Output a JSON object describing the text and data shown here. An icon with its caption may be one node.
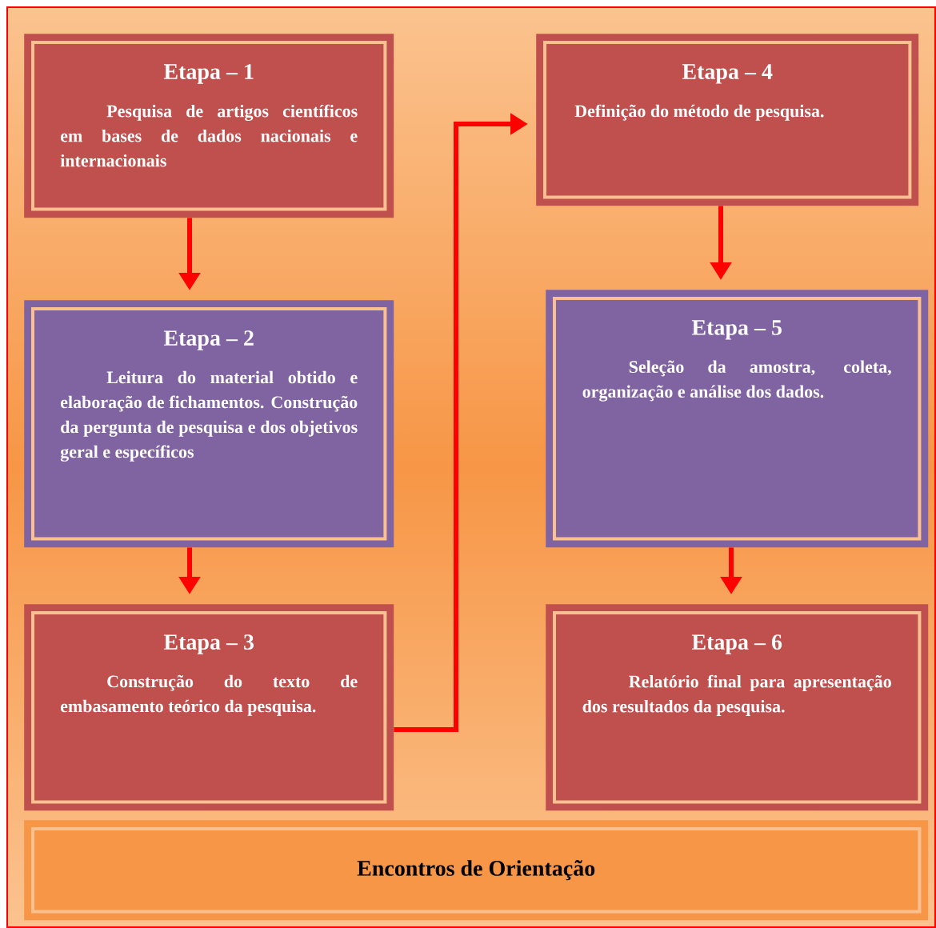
{
  "diagram": {
    "nodes": [
      {
        "text": [
          "Etapa – 1",
          "Pesquisa de artigos científicos em bases de dados nacionais e internacionais"
        ]
      },
      {
        "text": [
          "Etapa – 2",
          "Leitura do material obtido e elaboração de fichamentos. Construção da pergunta de pesquisa e dos objetivos geral e específicos"
        ]
      },
      {
        "text": [
          "Etapa – 3",
          "Construção do texto de embasamento teórico da pesquisa."
        ]
      },
      {
        "text": [
          "Etapa – 4",
          "Definição do método de pesquisa."
        ]
      },
      {
        "text": [
          "Etapa – 5",
          "Seleção da amostra, coleta, organização e análise dos dados."
        ]
      },
      {
        "text": [
          "Etapa – 6",
          "Relatório final para apresentação dos resultados da pesquisa."
        ]
      },
      {
        "text": [
          "Encontros de Orientação"
        ]
      }
    ],
    "edges": [
      {
        "from": 0,
        "to": 1,
        "arrow": "to"
      },
      {
        "from": 1,
        "to": 2,
        "arrow": "to"
      },
      {
        "from": 2,
        "to": 3,
        "arrow": "to"
      },
      {
        "from": 3,
        "to": 4,
        "arrow": "to"
      },
      {
        "from": 4,
        "to": 5,
        "arrow": "to"
      }
    ]
  }
}
